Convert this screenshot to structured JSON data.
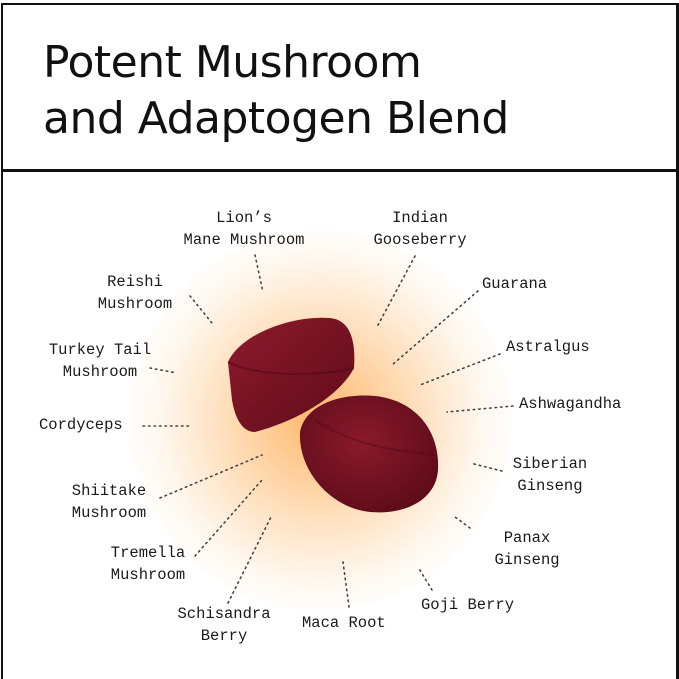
{
  "title": {
    "line1": "Potent Mushroom",
    "line2": "and Adaptogen Blend"
  },
  "pill_color": "#7a1222",
  "ingredients": {
    "lions_mane": {
      "l1": "Lion’s",
      "l2": "Mane Mushroom"
    },
    "indian_gooseberry": {
      "l1": "Indian",
      "l2": "Gooseberry"
    },
    "reishi": {
      "l1": "Reishi",
      "l2": "Mushroom"
    },
    "guarana": {
      "l1": "Guarana"
    },
    "turkey_tail": {
      "l1": "Turkey Tail",
      "l2": "Mushroom"
    },
    "astralgus": {
      "l1": "Astralgus"
    },
    "cordyceps": {
      "l1": "Cordyceps"
    },
    "ashwagandha": {
      "l1": "Ashwagandha"
    },
    "shiitake": {
      "l1": "Shiitake",
      "l2": "Mushroom"
    },
    "siberian_ginseng": {
      "l1": "Siberian",
      "l2": "Ginseng"
    },
    "tremella": {
      "l1": "Tremella",
      "l2": "Mushroom"
    },
    "panax_ginseng": {
      "l1": "Panax",
      "l2": "Ginseng"
    },
    "schisandra": {
      "l1": "Schisandra",
      "l2": "Berry"
    },
    "maca_root": {
      "l1": "Maca Root"
    },
    "goji_berry": {
      "l1": "Goji Berry"
    }
  }
}
